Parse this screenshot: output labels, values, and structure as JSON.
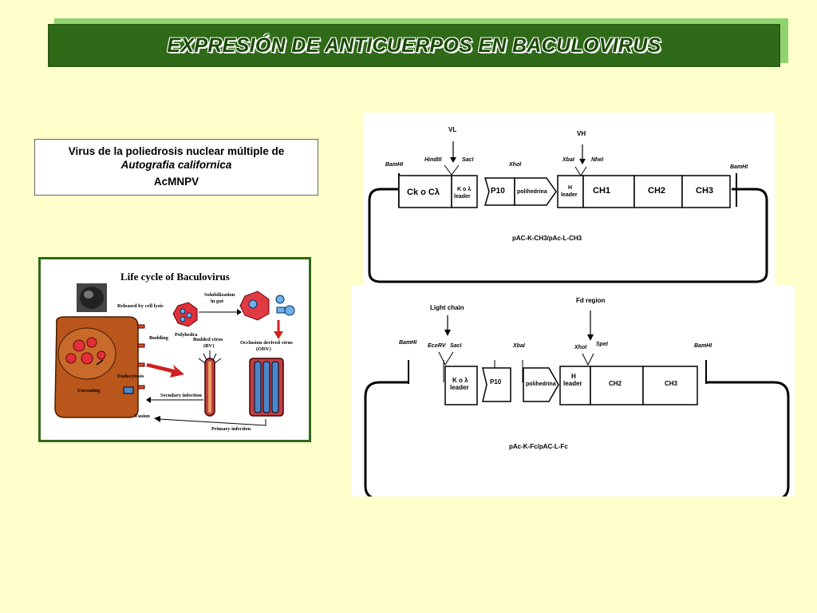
{
  "title": "EXPRESIÓN DE ANTICUERPOS EN BACULOVIRUS",
  "virus": {
    "line1": "Virus de la poliedrosis nuclear múltiple de",
    "line2": "Autografia californica",
    "line3": "AcMNPV"
  },
  "lifecycle": {
    "title": "Life cycle of Baculovirus",
    "labels": {
      "released": "Released by cell lysis",
      "solubilization": "Solubilization",
      "in_gut": "in gut",
      "polyhedra": "Polyhedra",
      "budding": "Budding",
      "budded_virus": "Budded virus",
      "bv": "(BV)",
      "odv_title": "Occlusion derived virus",
      "odv": "(ODV)",
      "endocytosis": "Endocytosis",
      "uncoating": "Uncoating",
      "secondary": "Secndary infection",
      "fusion": "Fusion",
      "primary": "Primary infection"
    }
  },
  "plasmid1": {
    "vl": "VL",
    "vh": "VH",
    "sites": {
      "bamhi_left": "BamHI",
      "hindiii": "HindIII",
      "saci": "SacI",
      "xhoi": "XhoI",
      "xbai": "XbaI",
      "nhei": "NheI",
      "bamhi_right": "BamHI"
    },
    "boxes": {
      "ck": "Ck o Cλ",
      "kleader1": "K o λ",
      "kleader2": "leader",
      "p10": "P10",
      "polihedrina": "polihedrina",
      "hleader1": "H",
      "hleader2": "leader",
      "ch1": "CH1",
      "ch2": "CH2",
      "ch3": "CH3"
    },
    "name": "pAC-K-CH3/pAc-L-CH3"
  },
  "plasmid2": {
    "light_chain": "Light chain",
    "fd_region": "Fd region",
    "sites": {
      "bamhi_left": "BamHI",
      "ecorv": "EcoRV",
      "saci": "SacI",
      "xbai": "XbaI",
      "xhoi": "XhoI",
      "spei": "SpeI",
      "bamhi_right": "BamHI"
    },
    "boxes": {
      "kleader1": "K o λ",
      "kleader2": "leader",
      "p10": "P10",
      "polihedrina": "polihedrina",
      "hleader1": "H",
      "hleader2": "leader",
      "ch2": "CH2",
      "ch3": "CH3"
    },
    "name": "pAc-K-Fc/pAC-L-Fc"
  }
}
